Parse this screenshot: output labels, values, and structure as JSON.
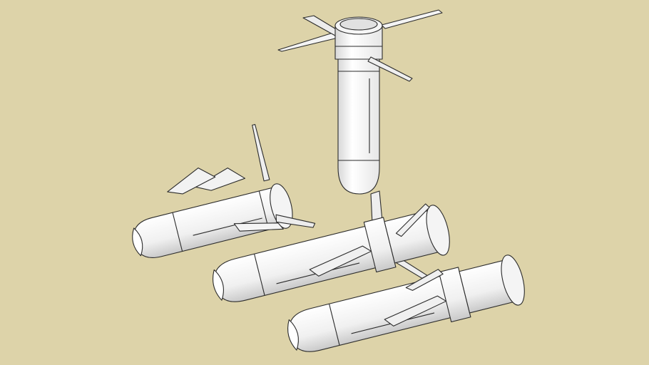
{
  "scene": {
    "background_color": "#ddd3a9",
    "model_color": "#f2f2f2",
    "edge_color": "#2b2b2b",
    "objects": [
      "vertical-munition",
      "munition-with-fins",
      "munition-middle",
      "munition-front"
    ]
  }
}
